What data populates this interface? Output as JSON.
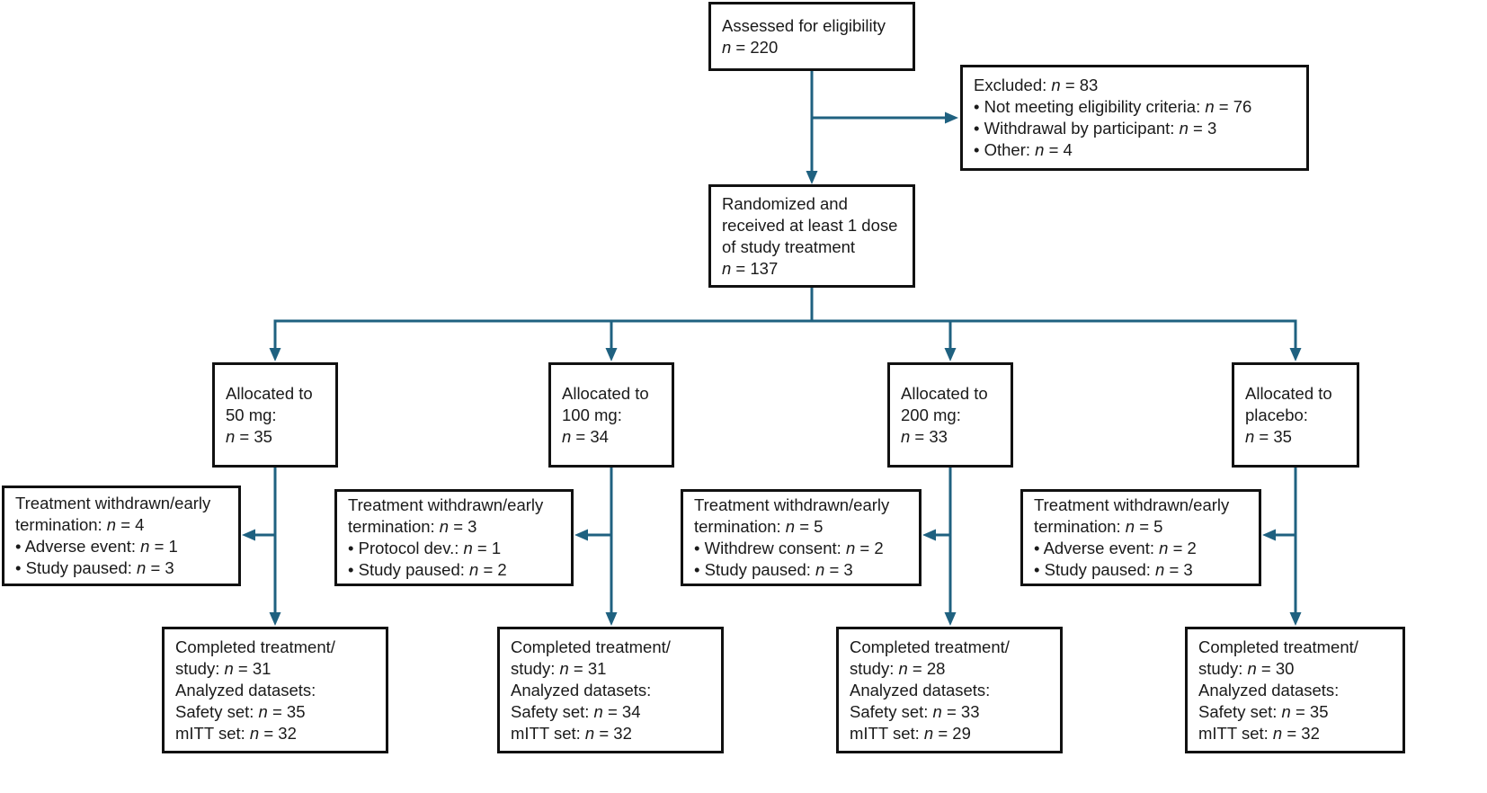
{
  "diagram": {
    "title": "CONSORT participant flow diagram",
    "colors": {
      "arrow": "#1f6180",
      "box_border": "#111111",
      "background": "#ffffff"
    },
    "boxes": {
      "assessed": {
        "lines": [
          "Assessed for eligibility",
          "n = 220"
        ]
      },
      "excluded": {
        "lines": [
          "Excluded: n = 83",
          "• Not meeting eligibility criteria: n = 76",
          "• Withdrawal by participant: n = 3",
          "• Other: n = 4"
        ]
      },
      "randomized": {
        "lines": [
          "Randomized and",
          "received at least 1 dose",
          "of study treatment",
          "n = 137"
        ]
      },
      "alloc_50": {
        "lines": [
          "Allocated to",
          "50 mg:",
          "n = 35"
        ]
      },
      "alloc_100": {
        "lines": [
          "Allocated to",
          "100 mg:",
          "n = 34"
        ]
      },
      "alloc_200": {
        "lines": [
          "Allocated to",
          "200 mg:",
          "n = 33"
        ]
      },
      "alloc_placebo": {
        "lines": [
          "Allocated to",
          "placebo:",
          "n = 35"
        ]
      },
      "withdrawn_50": {
        "lines": [
          "Treatment withdrawn/early",
          "termination: n = 4",
          "• Adverse event: n = 1",
          "• Study paused: n = 3"
        ]
      },
      "withdrawn_100": {
        "lines": [
          "Treatment withdrawn/early",
          "termination: n = 3",
          "• Protocol dev.: n = 1",
          "• Study paused: n = 2"
        ]
      },
      "withdrawn_200": {
        "lines": [
          "Treatment withdrawn/early",
          "termination: n = 5",
          "• Withdrew consent: n = 2",
          "• Study paused: n = 3"
        ]
      },
      "withdrawn_placebo": {
        "lines": [
          "Treatment withdrawn/early",
          "termination: n = 5",
          "• Adverse event: n = 2",
          "• Study paused: n = 3"
        ]
      },
      "completed_50": {
        "lines": [
          "Completed treatment/",
          "study: n = 31",
          "Analyzed datasets:",
          "Safety set: n = 35",
          "mITT set: n = 32"
        ]
      },
      "completed_100": {
        "lines": [
          "Completed treatment/",
          "study: n = 31",
          "Analyzed datasets:",
          "Safety set: n = 34",
          "mITT set: n = 32"
        ]
      },
      "completed_200": {
        "lines": [
          "Completed treatment/",
          "study: n = 28",
          "Analyzed datasets:",
          "Safety set: n = 33",
          "mITT set: n = 29"
        ]
      },
      "completed_placebo": {
        "lines": [
          "Completed treatment/",
          "study: n = 30",
          "Analyzed datasets:",
          "Safety set: n = 35",
          "mITT set: n = 32"
        ]
      }
    }
  }
}
